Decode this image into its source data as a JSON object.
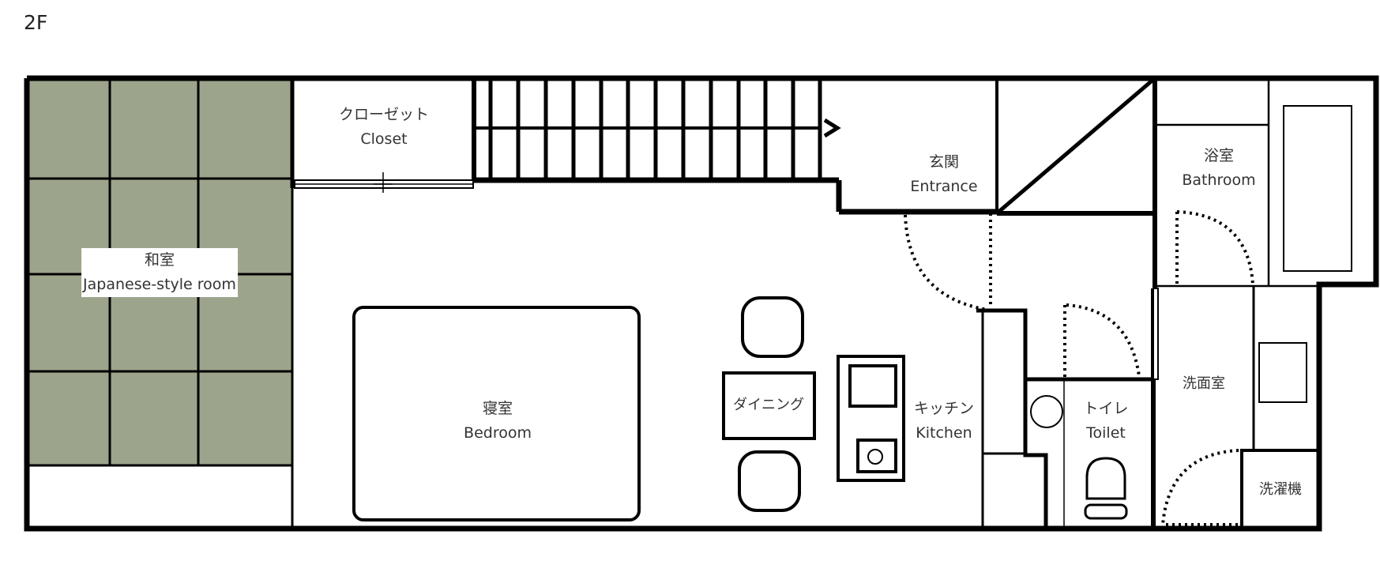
{
  "floor": "2F",
  "colors": {
    "tatami": "#9ca58c",
    "wall": "#000000",
    "background": "#ffffff",
    "text": "#333333"
  },
  "rooms": {
    "japanese_room": {
      "ja": "和室",
      "en": "Japanese-style room"
    },
    "closet": {
      "ja": "クローゼット",
      "en": "Closet"
    },
    "entrance": {
      "ja": "玄関",
      "en": "Entrance"
    },
    "bathroom": {
      "ja": "浴室",
      "en": "Bathroom"
    },
    "bedroom": {
      "ja": "寝室",
      "en": "Bedroom"
    },
    "dining": {
      "ja": "ダイニング"
    },
    "kitchen": {
      "ja": "キッチン",
      "en": "Kitchen"
    },
    "toilet": {
      "ja": "トイレ",
      "en": "Toilet"
    },
    "washroom": {
      "ja": "洗面室"
    },
    "washing_machine": {
      "ja": "洗濯機"
    }
  },
  "icons": [
    "stairs-arrow-icon",
    "toilet-icon",
    "sink-icon",
    "stove-icon",
    "bathtub-icon",
    "chair-icon",
    "bed-icon",
    "door-swing-icon"
  ]
}
